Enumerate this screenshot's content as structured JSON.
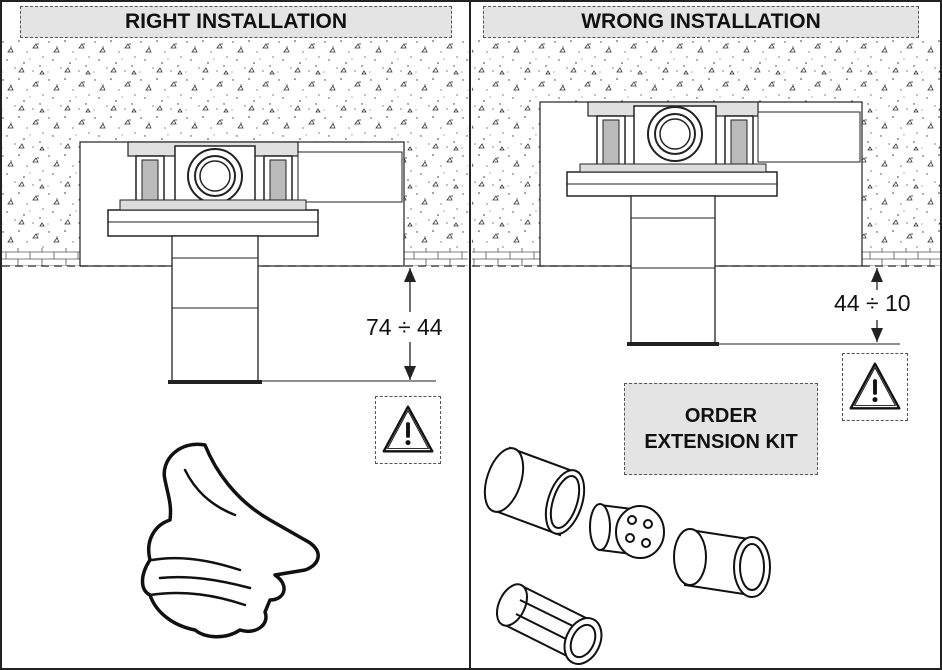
{
  "left_panel": {
    "title": "RIGHT INSTALLATION",
    "dimension": "74 ÷ 44"
  },
  "right_panel": {
    "title": "WRONG INSTALLATION",
    "dimension": "44 ÷ 10",
    "order_box": {
      "line1": "ORDER",
      "line2": "EXTENSION KIT"
    }
  },
  "icons": {
    "left": [
      "warning-triangle-icon",
      "thumbs-up-icon"
    ],
    "right": [
      "warning-triangle-icon",
      "extension-kit-parts"
    ]
  }
}
